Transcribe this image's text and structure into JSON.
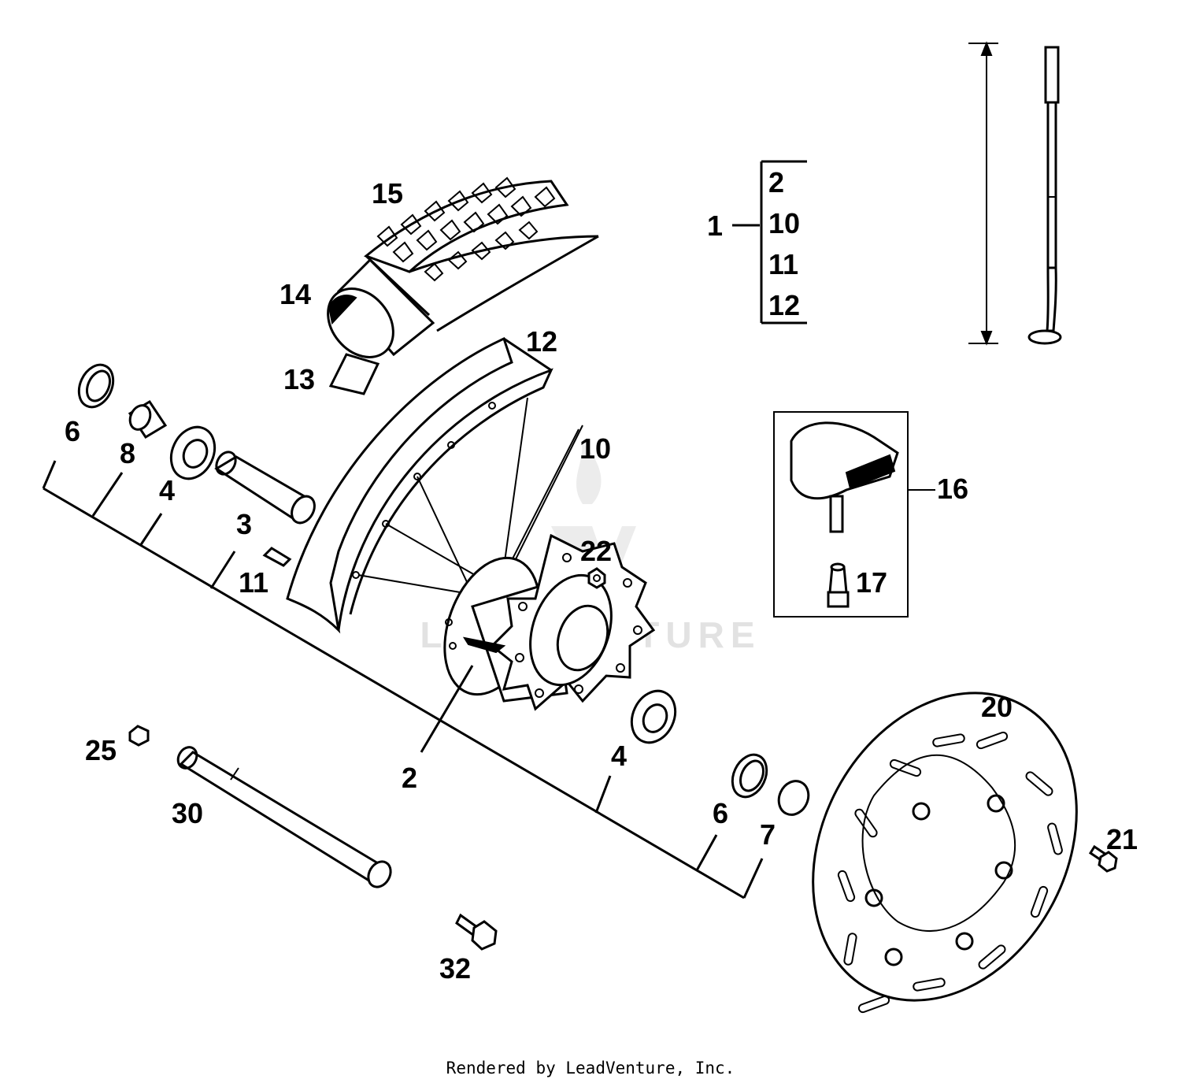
{
  "watermark": {
    "text": "LEADVENTURE"
  },
  "credit": "Rendered by LeadVenture, Inc.",
  "kit": {
    "label": "1",
    "members": [
      "2",
      "10",
      "11",
      "12"
    ]
  },
  "callouts": {
    "tire": "15",
    "tube": "14",
    "rim_band": "13",
    "rim": "12",
    "spoke": "10",
    "nipple_top": "11",
    "shaft_seal_left": "6",
    "spacer_left": "8",
    "bearing_left": "4",
    "distance_sleeve": "3",
    "hub": "2",
    "nut": "22",
    "bearing_right": "4",
    "shaft_seal_right": "6",
    "spacer_right": "7",
    "valve": "16",
    "valve_cap": "17",
    "brake_disc": "20",
    "screw_disc": "21",
    "plug": "25",
    "axle": "30",
    "axle_screw": "32"
  }
}
